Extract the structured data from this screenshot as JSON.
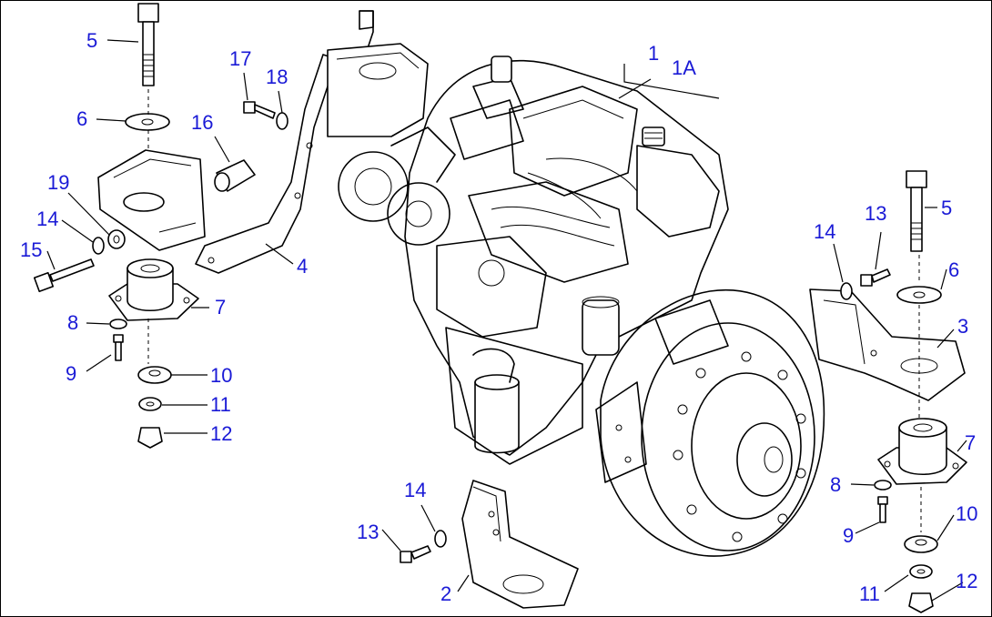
{
  "labels": {
    "1": "1",
    "1A": "1A",
    "2": "2",
    "3": "3",
    "4": "4",
    "5": "5",
    "6": "6",
    "7": "7",
    "8": "8",
    "9": "9",
    "10": "10",
    "11": "11",
    "12": "12",
    "13": "13",
    "14": "14",
    "15": "15",
    "16": "16",
    "17": "17",
    "18": "18",
    "19": "19"
  },
  "colors": {
    "label": "#1a1ad6",
    "line": "#000000",
    "background": "#ffffff"
  }
}
